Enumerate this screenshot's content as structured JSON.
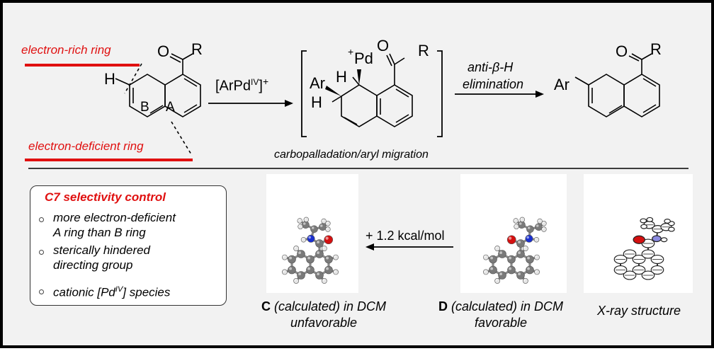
{
  "reaction": {
    "label_electron_rich": "electron-rich ring",
    "label_electron_deficient": "electron-deficient ring",
    "substrate": {
      "ring_b": "B",
      "ring_a": "A",
      "h_atom": "H",
      "o_atom": "O",
      "r_group": "R"
    },
    "arrow1_reagent": "[ArPd",
    "arrow1_reagent_sup": "IV",
    "arrow1_reagent_tail": "]",
    "arrow1_reagent_charge": "+",
    "intermediate": {
      "ar": "Ar",
      "h1": "H",
      "h2": "H",
      "pd_charge": "+",
      "pd": "Pd",
      "o_atom": "O",
      "r_group": "R"
    },
    "intermediate_caption": "carbopalladation/aryl migration",
    "arrow2_line1": "anti-β-H",
    "arrow2_line2": "elimination",
    "product": {
      "ar": "Ar",
      "o_atom": "O",
      "r_group": "R"
    }
  },
  "selectivity": {
    "title": "C7  selectivity control",
    "bullets": [
      "more electron-deficient",
      "A ring  than B ring",
      "sterically hindered",
      "directing group",
      "cationic [Pd",
      "IV",
      "] species"
    ]
  },
  "energy_arrow_label": "+ 1.2 kcal/mol",
  "structures": {
    "c_letter": "C",
    "c_caption": "(calculated) in DCM",
    "c_status": "unfavorable",
    "d_letter": "D",
    "d_caption": "(calculated) in DCM",
    "d_status": "favorable",
    "xray_caption": "X-ray structure"
  },
  "colors": {
    "accent": "#e01010",
    "oxygen": "#d41010",
    "nitrogen": "#1a2fd0",
    "carbon": "#7a7a7a",
    "hydrogen": "#e6e6e6"
  }
}
